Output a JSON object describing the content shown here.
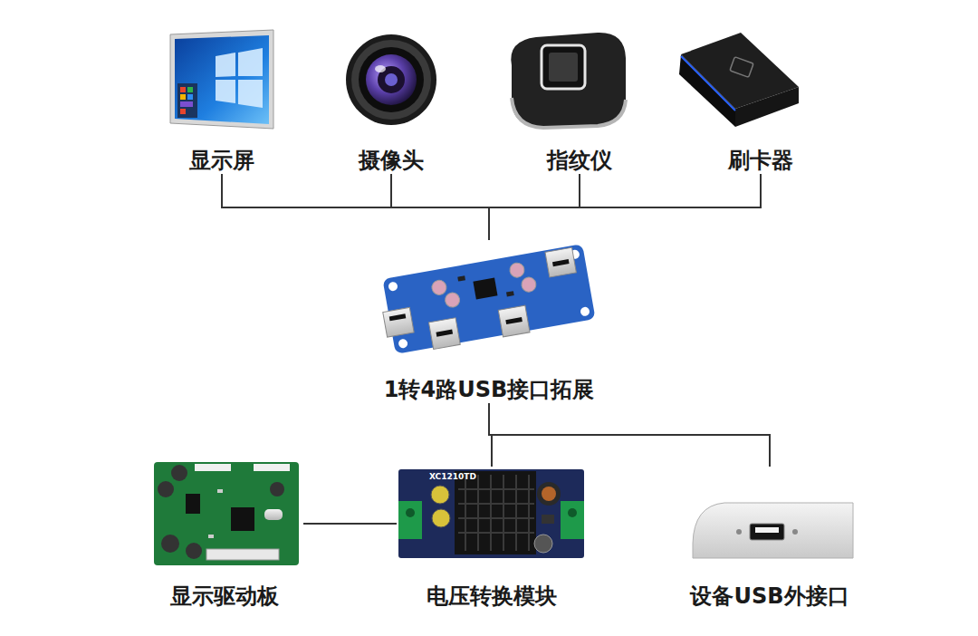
{
  "diagram": {
    "nodes": [
      {
        "text": [
          "显示屏"
        ]
      },
      {
        "text": [
          "摄像头"
        ]
      },
      {
        "text": [
          "指纹仪"
        ]
      },
      {
        "text": [
          "刷卡器"
        ]
      },
      {
        "text": [
          "1转4路USB接口拓展"
        ]
      },
      {
        "text": [
          "显示驱动板"
        ]
      },
      {
        "text": [
          "电压转换模块"
        ]
      },
      {
        "text": [
          "设备USB外接口"
        ]
      }
    ],
    "edges": [
      {
        "from": 0,
        "to": 4,
        "arrow": "none"
      },
      {
        "from": 1,
        "to": 4,
        "arrow": "none"
      },
      {
        "from": 2,
        "to": 4,
        "arrow": "none"
      },
      {
        "from": 3,
        "to": 4,
        "arrow": "none"
      },
      {
        "from": 4,
        "to": 6,
        "arrow": "none"
      },
      {
        "from": 4,
        "to": 7,
        "arrow": "none"
      },
      {
        "from": 5,
        "to": 6,
        "arrow": "none"
      }
    ],
    "labels": [
      "XC1210TD"
    ]
  }
}
